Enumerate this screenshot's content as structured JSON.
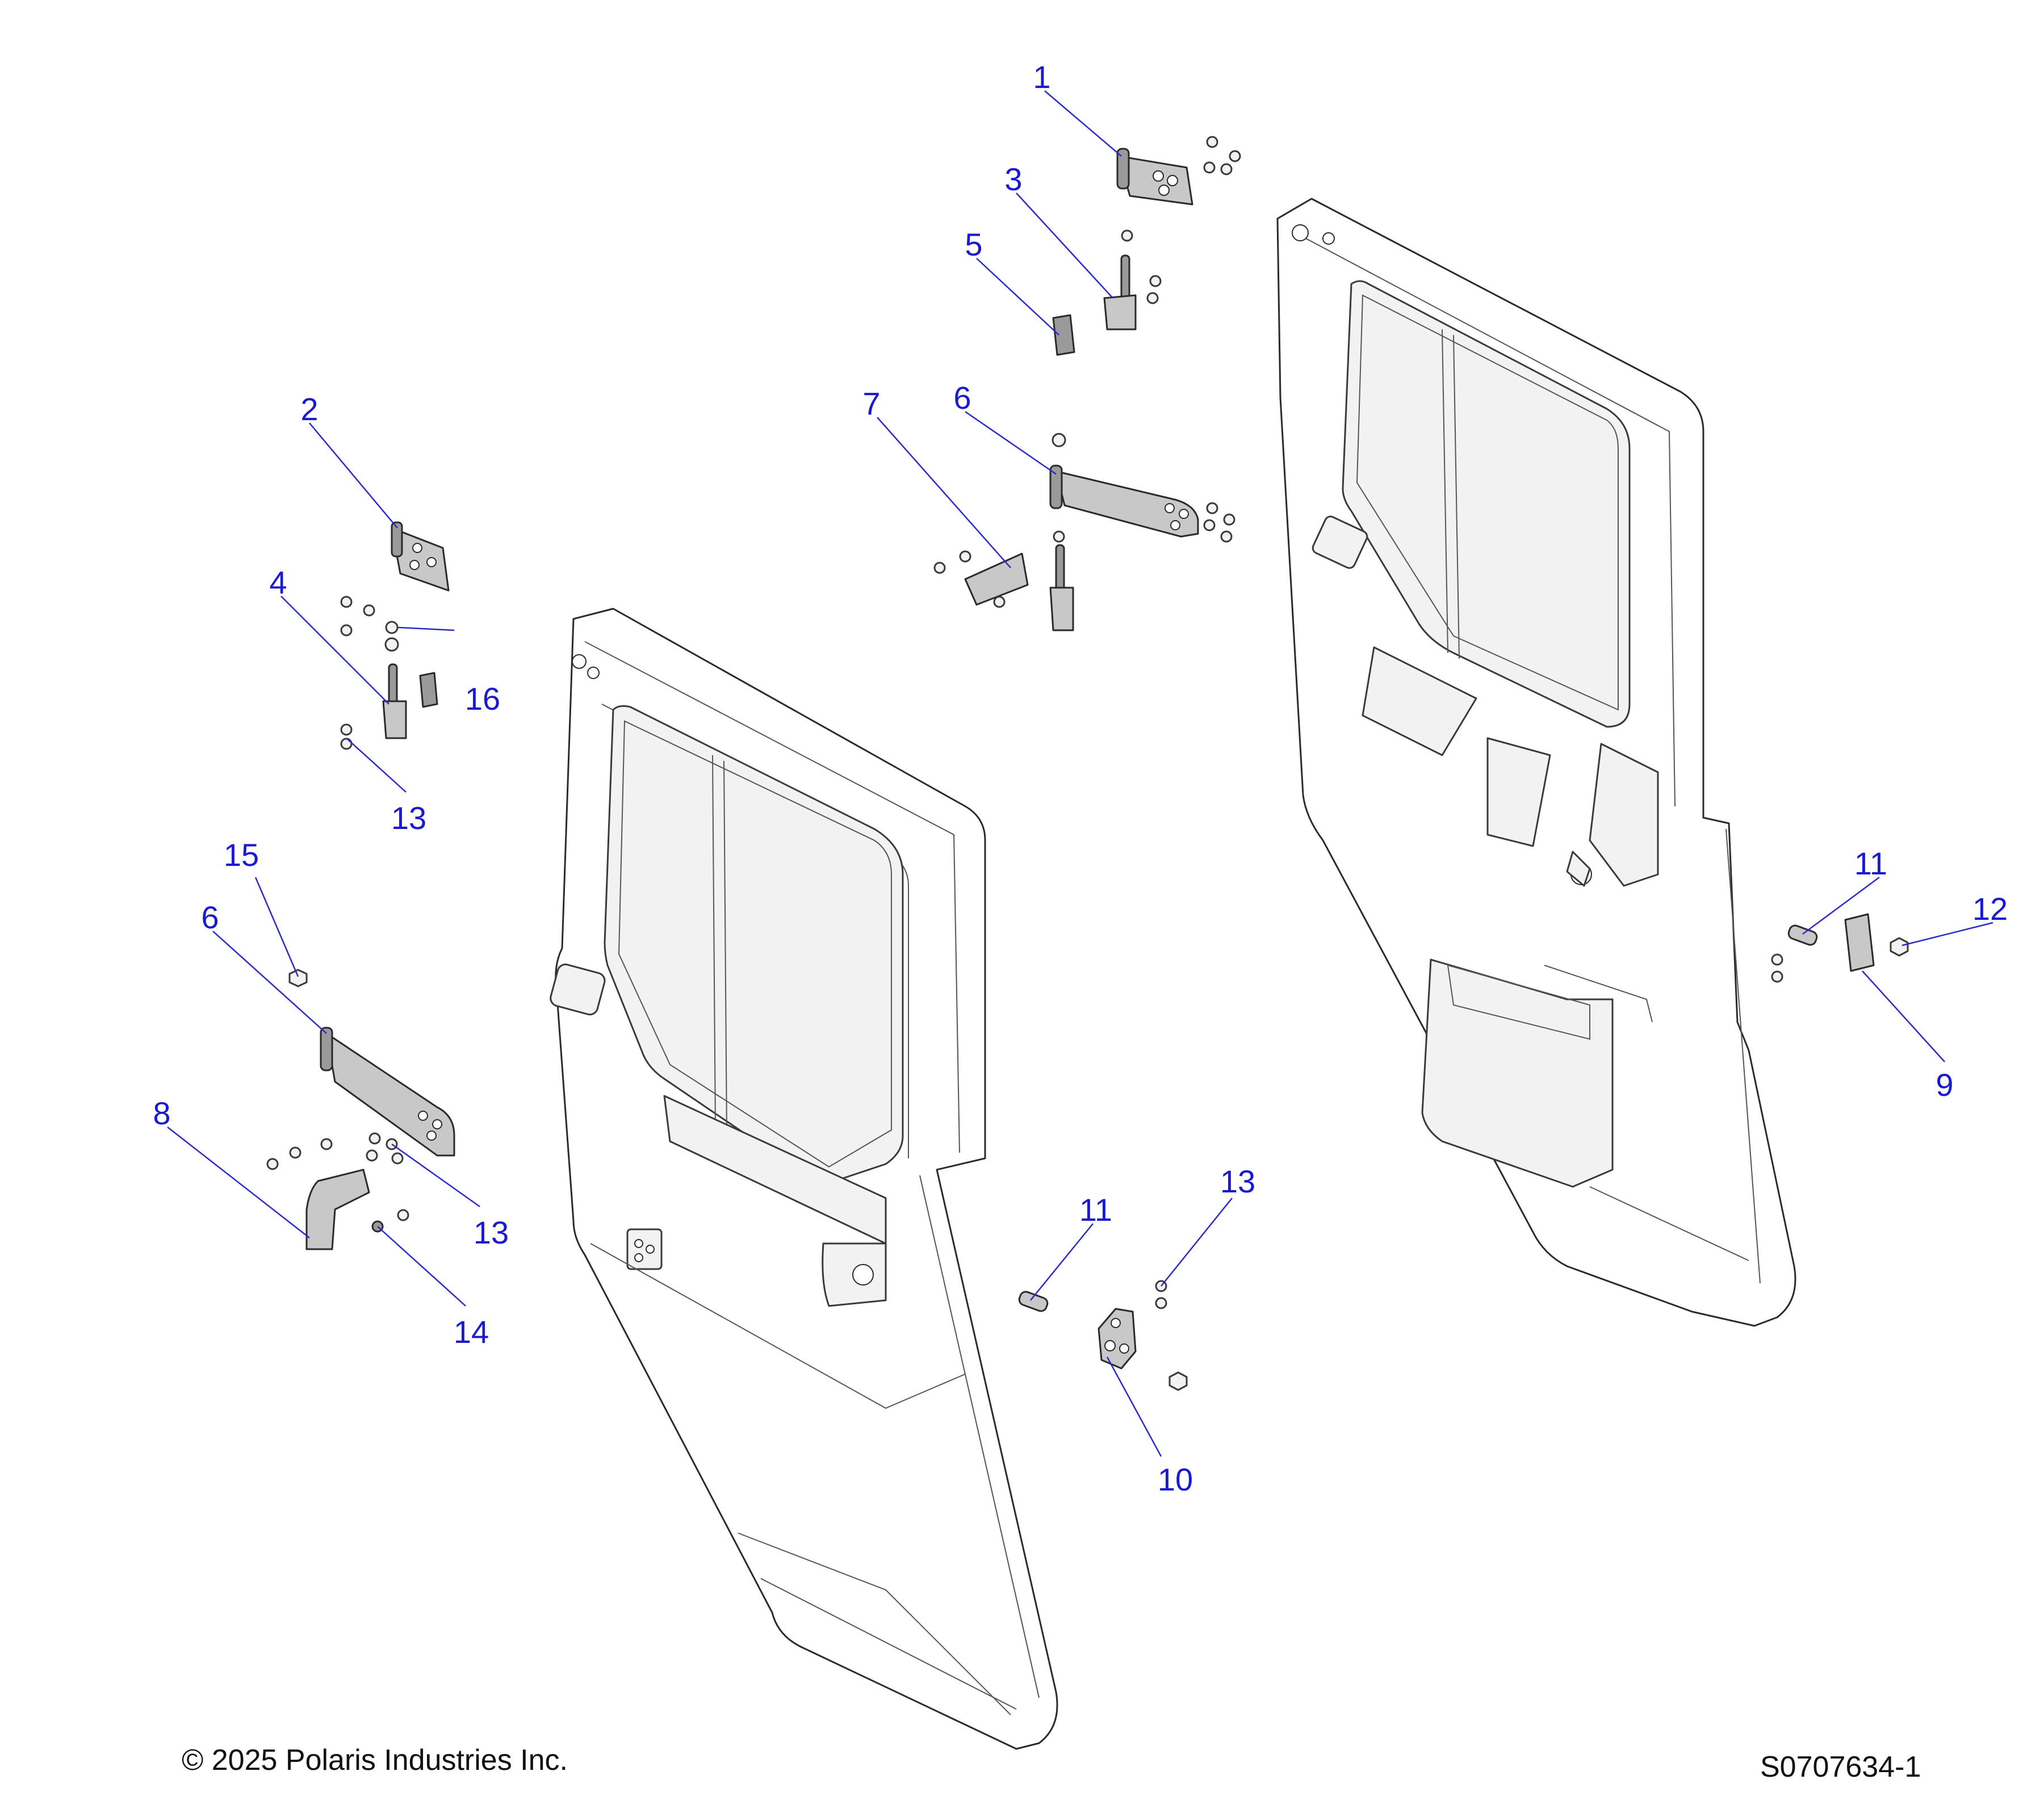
{
  "diagram": {
    "callouts": [
      {
        "id": "c1",
        "label": "1"
      },
      {
        "id": "c2",
        "label": "2"
      },
      {
        "id": "c3",
        "label": "3"
      },
      {
        "id": "c4",
        "label": "4"
      },
      {
        "id": "c5",
        "label": "5"
      },
      {
        "id": "c6a",
        "label": "6"
      },
      {
        "id": "c6b",
        "label": "6"
      },
      {
        "id": "c7",
        "label": "7"
      },
      {
        "id": "c8",
        "label": "8"
      },
      {
        "id": "c9",
        "label": "9"
      },
      {
        "id": "c10",
        "label": "10"
      },
      {
        "id": "c11a",
        "label": "11"
      },
      {
        "id": "c11b",
        "label": "11"
      },
      {
        "id": "c12",
        "label": "12"
      },
      {
        "id": "c13a",
        "label": "13"
      },
      {
        "id": "c13b",
        "label": "13"
      },
      {
        "id": "c13c",
        "label": "13"
      },
      {
        "id": "c14",
        "label": "14"
      },
      {
        "id": "c15",
        "label": "15"
      },
      {
        "id": "c16",
        "label": "16"
      }
    ],
    "callout_color": "#1a1ad0",
    "line_color": "#2b2b2b"
  },
  "footer": {
    "copyright": "© 2025 Polaris Industries Inc.",
    "drawing_id": "S0707634-1"
  }
}
